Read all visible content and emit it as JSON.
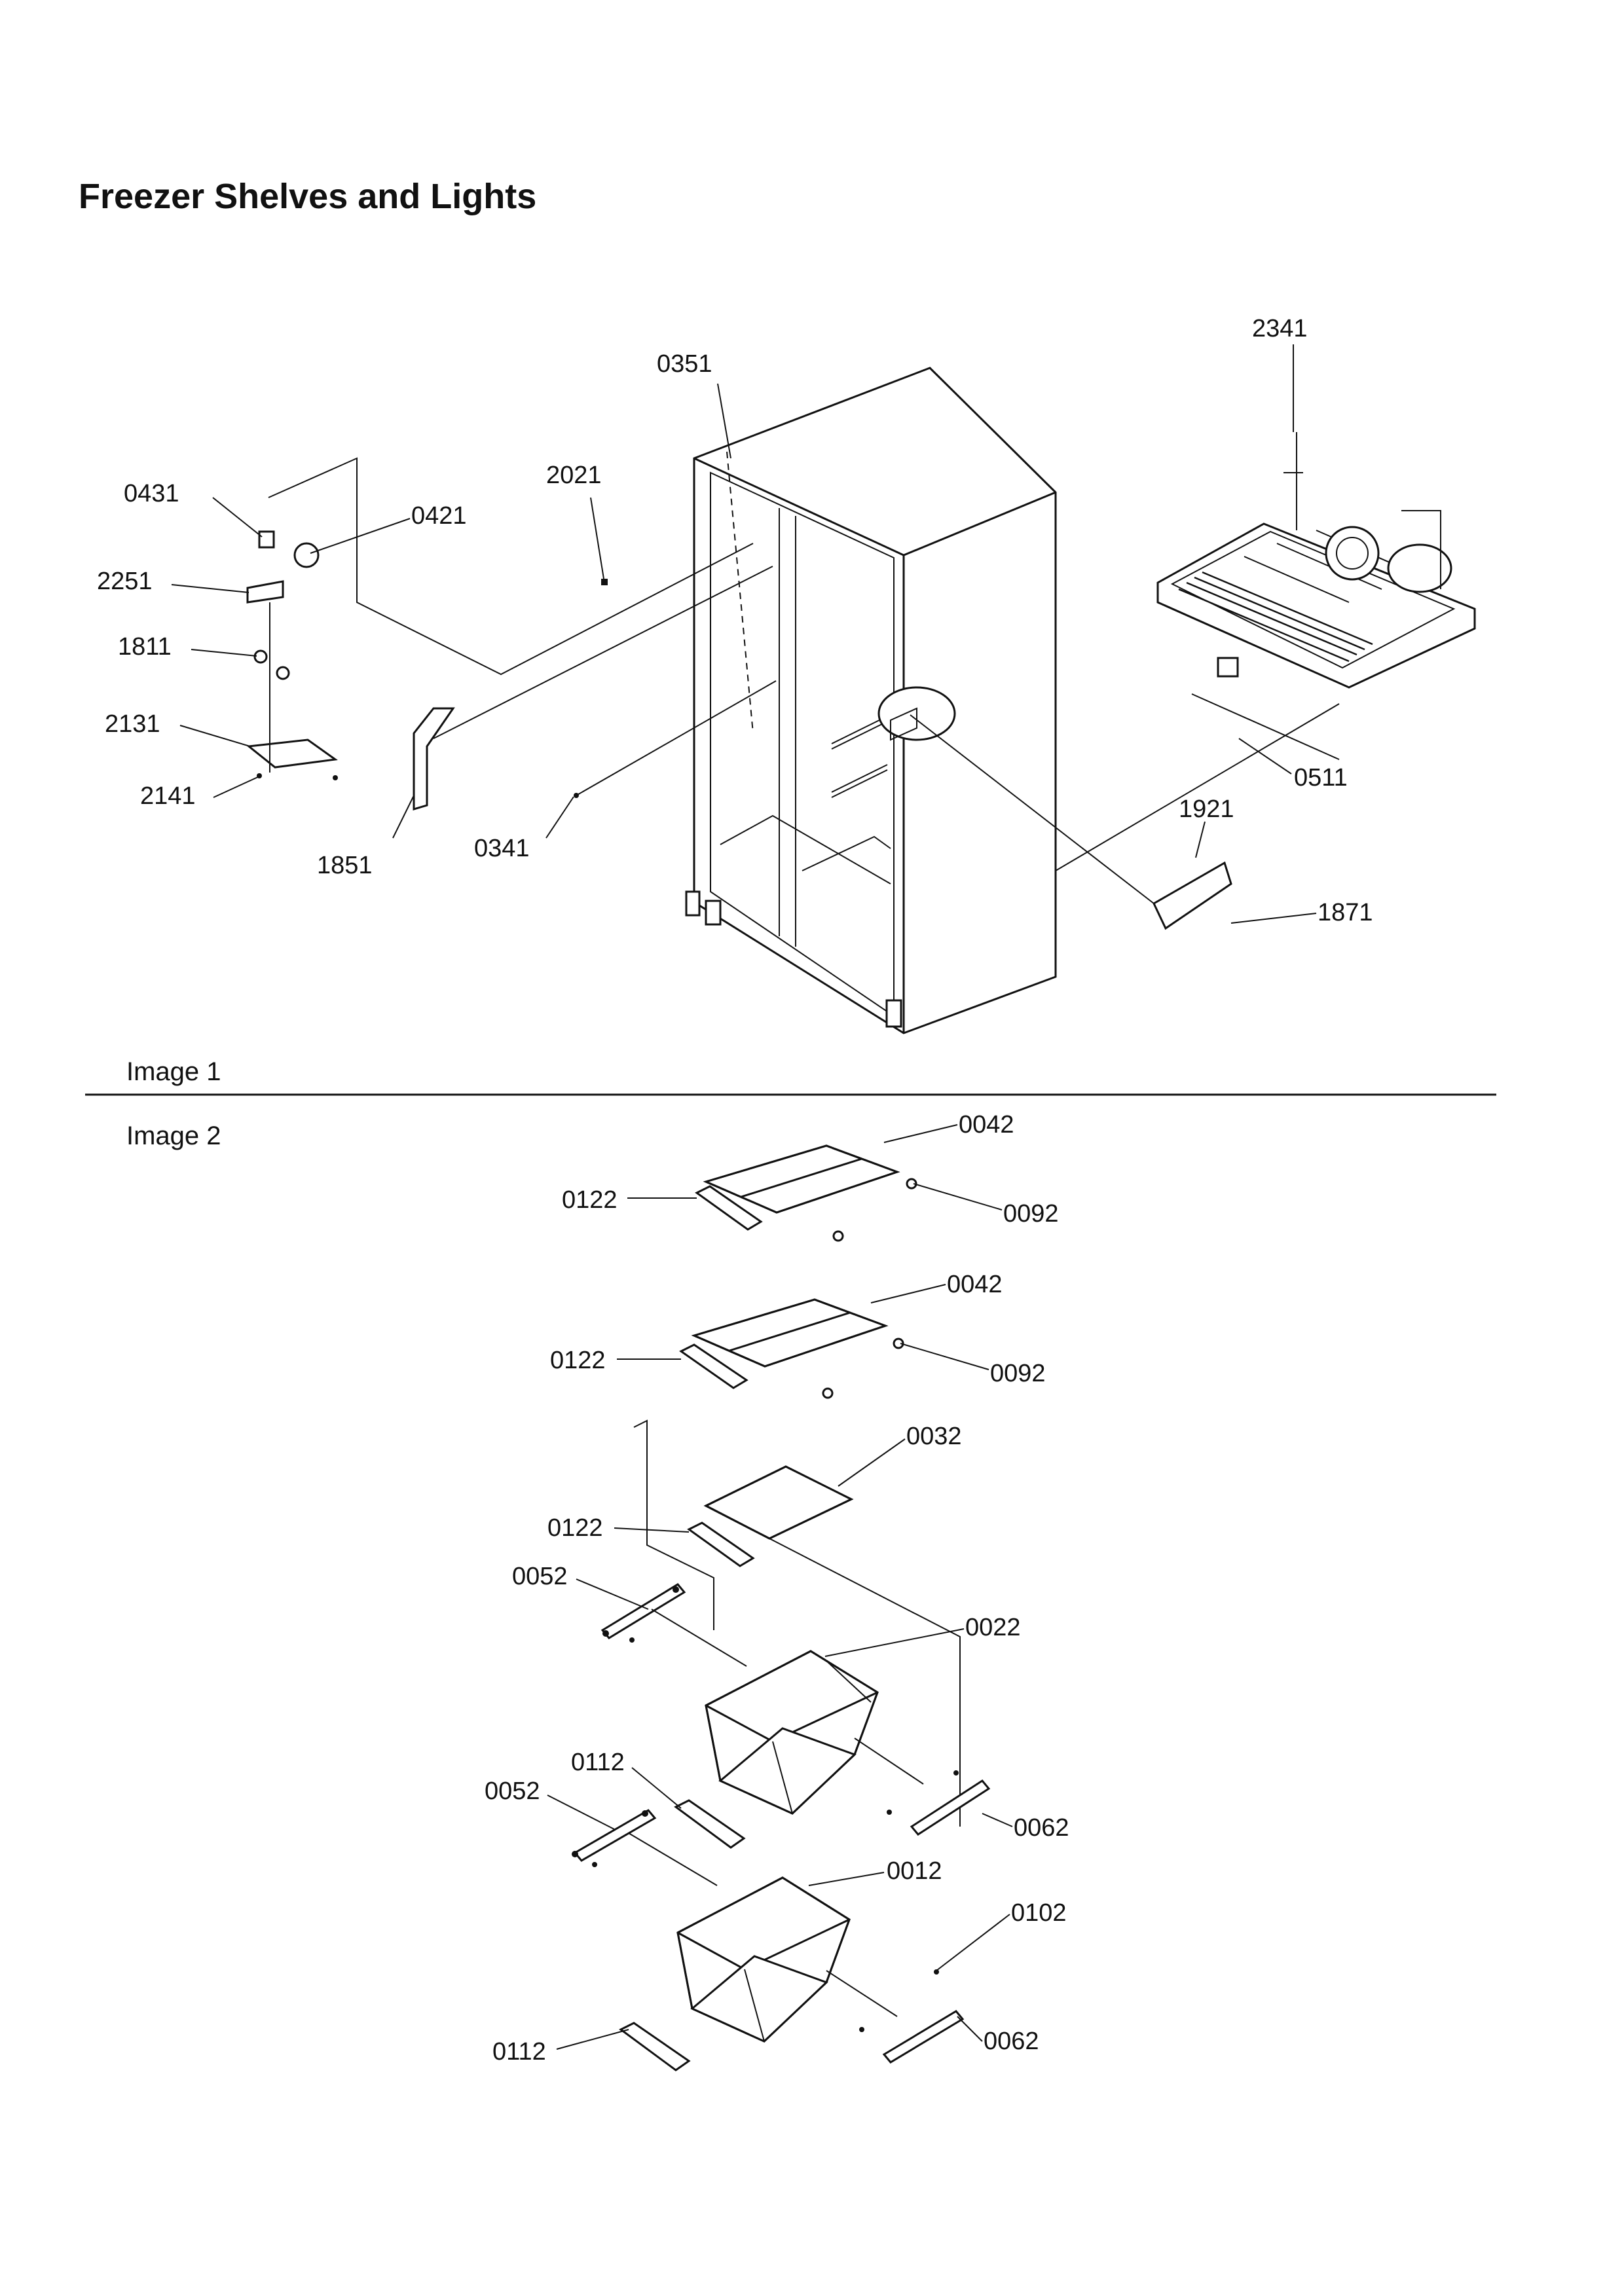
{
  "page": {
    "title": "Freezer Shelves and Lights",
    "image1_label": "Image 1",
    "image2_label": "Image 2"
  },
  "image1": {
    "labels": {
      "p0431": "0431",
      "p0421": "0421",
      "p2251": "2251",
      "p1811": "1811",
      "p2131": "2131",
      "p2141": "2141",
      "p1851": "1851",
      "p0341": "0341",
      "p2021": "2021",
      "p0351": "0351",
      "p2341": "2341",
      "p0511": "0511",
      "p1921": "1921",
      "p1871": "1871"
    }
  },
  "image2": {
    "labels": {
      "p0042a": "0042",
      "p0092a": "0092",
      "p0122a": "0122",
      "p0042b": "0042",
      "p0092b": "0092",
      "p0122b": "0122",
      "p0032": "0032",
      "p0122c": "0122",
      "p0052a": "0052",
      "p0022": "0022",
      "p0112a": "0112",
      "p0052b": "0052",
      "p0062a": "0062",
      "p0012": "0012",
      "p0102": "0102",
      "p0112b": "0112",
      "p0062b": "0062"
    }
  }
}
